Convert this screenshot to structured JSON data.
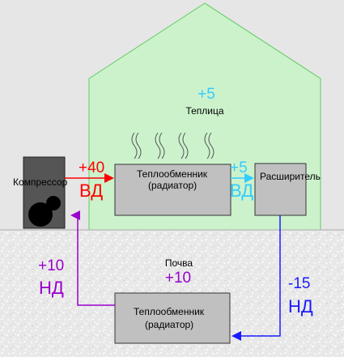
{
  "greenhouse": {
    "temperature": "+5",
    "label": "Теплица"
  },
  "compressor": {
    "label": "Компрессор"
  },
  "heat_exchanger_top": {
    "line1": "Теплообменник",
    "line2": "(радиатор)"
  },
  "expander": {
    "label": "Расширитель"
  },
  "soil": {
    "label": "Почва",
    "temperature": "+10"
  },
  "heat_exchanger_bottom": {
    "line1": "Теплообменник",
    "line2": "(радиатор)"
  },
  "flows": {
    "compressor_out": {
      "temp": "+40",
      "pressure": "ВД",
      "color": "#ff0000"
    },
    "radiator_out": {
      "temp": "+5",
      "pressure": "ВД",
      "color": "#33ccff"
    },
    "expander_out": {
      "temp": "-15",
      "pressure": "НД",
      "color": "#1a1aff"
    },
    "soil_out": {
      "temp": "+10",
      "pressure": "НД",
      "color": "#9900cc"
    }
  },
  "colors": {
    "greenhouse_fill": "#ccf2cc",
    "greenhouse_stroke": "#5fcc5f",
    "soil_fill": "#e6e6e6",
    "box_fill": "#c0c0c0",
    "sky": "#e6e6e6"
  }
}
